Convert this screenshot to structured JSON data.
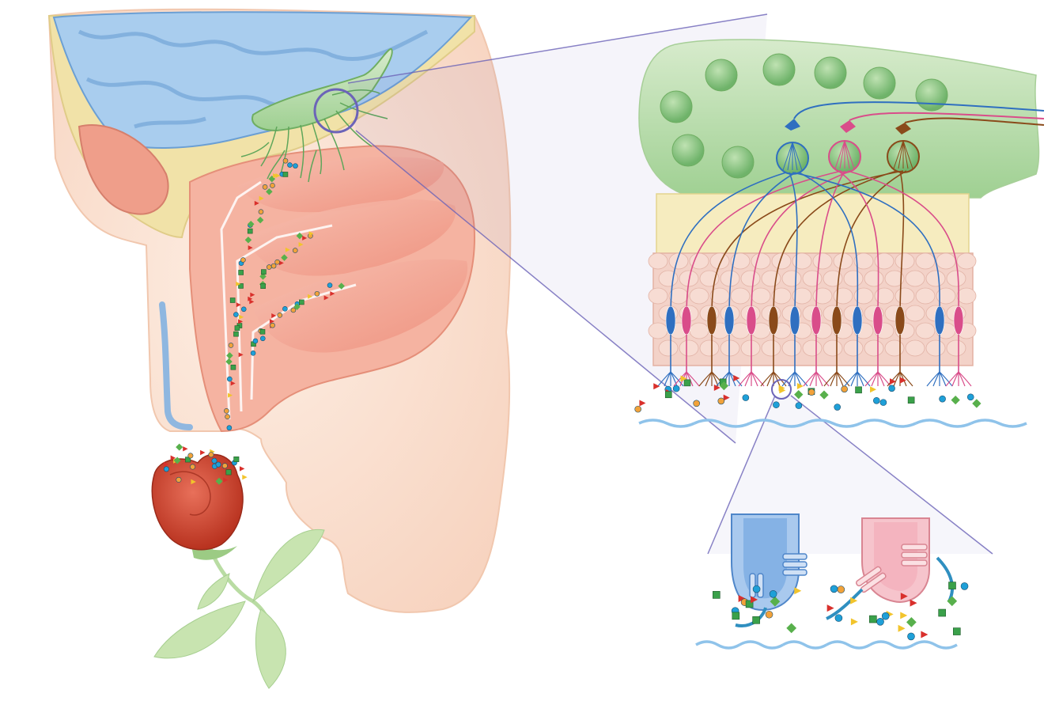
{
  "figure": {
    "subject": "olfactory-system-illustration",
    "panels": [
      "head-section",
      "olfactory-epithelium-detail",
      "receptor-detail"
    ],
    "colors": {
      "brain": "#7fb1e2",
      "bulb": "#8fc58c",
      "cavity": "#f2a08f",
      "skin": "#fbe3d4",
      "bone": "#f3e6b4",
      "receptor_blue": "#2f6fc0",
      "receptor_pink": "#d94d8a",
      "receptor_brown": "#8a4a1a",
      "mucus": "#8fc3ea",
      "rose": "#d24a32",
      "leaf": "#bfe0a8",
      "zoom_lines": "#6c64b8"
    },
    "molecule_types": [
      "blue-circle",
      "green-square",
      "red-triangle",
      "orange-circle",
      "yellow-triangle",
      "green-diamond"
    ]
  }
}
